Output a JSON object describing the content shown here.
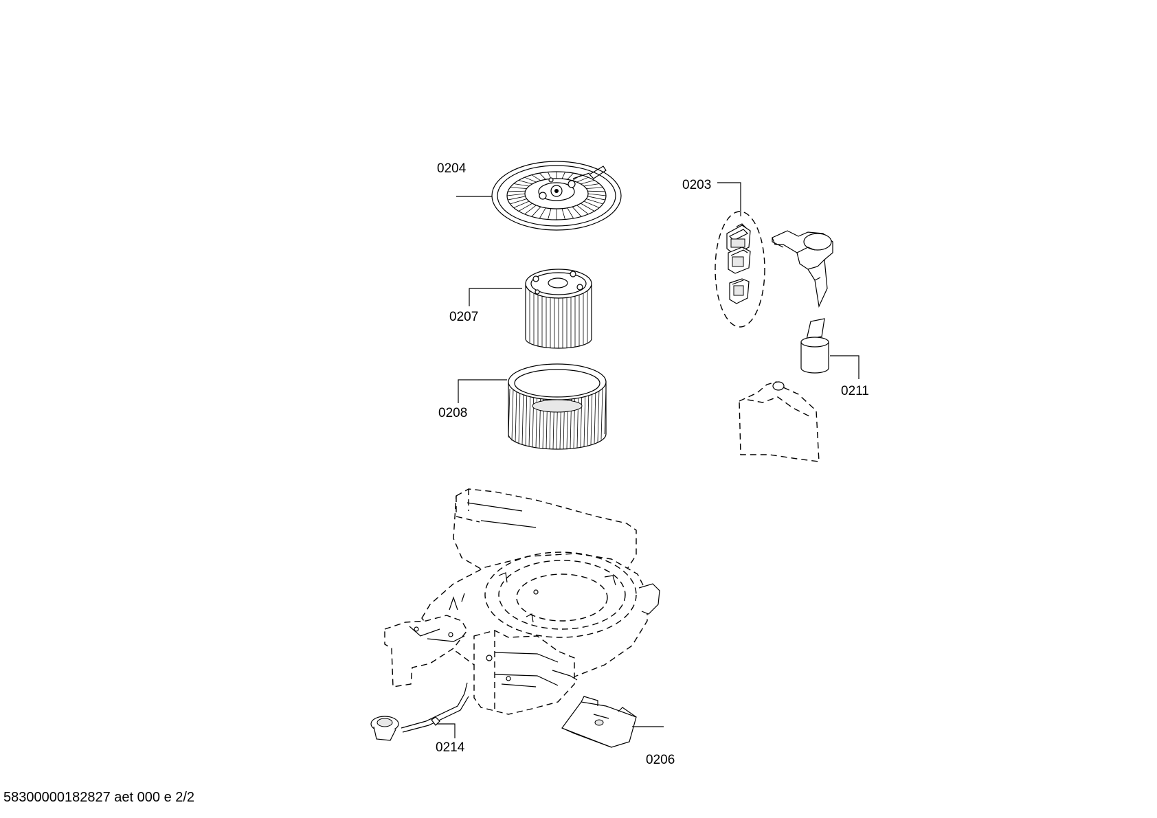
{
  "callouts": {
    "c0204": "0204",
    "c0203": "0203",
    "c0207": "0207",
    "c0208": "0208",
    "c0211": "0211",
    "c0214": "0214",
    "c0206": "0206"
  },
  "footer": {
    "doc_id": "58300000182827 aet 000 e 2/2"
  }
}
